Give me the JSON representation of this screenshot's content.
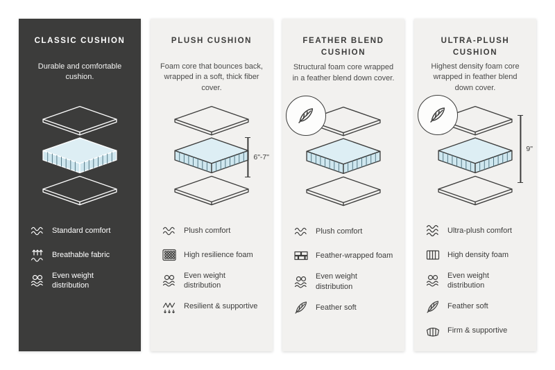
{
  "colors": {
    "dark_card_bg": "#3c3c3b",
    "light_card_bg": "#f2f1ef",
    "cushion_layer_top_fill": "#ddeef4",
    "cushion_layer_side_fill": "#cfe7ef",
    "cushion_hatch": "#4c707d",
    "text_dark": "#3c3c3b",
    "text_light": "#ffffff"
  },
  "cards": [
    {
      "title": "CLASSIC CUSHION",
      "description": "Durable and comfortable cushion.",
      "features": [
        {
          "icon": "waves-icon",
          "label": "Standard comfort"
        },
        {
          "icon": "breathable-icon",
          "label": "Breathable fabric"
        },
        {
          "icon": "weight-distribution-icon",
          "label": "Even weight distribution"
        }
      ]
    },
    {
      "title": "PLUSH CUSHION",
      "description": "Foam core that bounces back, wrapped in a soft, thick fiber cover.",
      "measurement": "6\"-7\"",
      "features": [
        {
          "icon": "waves-icon",
          "label": "Plush comfort"
        },
        {
          "icon": "resilience-foam-icon",
          "label": "High resilience foam"
        },
        {
          "icon": "weight-distribution-icon",
          "label": "Even weight distribution"
        },
        {
          "icon": "spring-icon",
          "label": "Resilient & supportive"
        }
      ]
    },
    {
      "title": "FEATHER BLEND CUSHION",
      "description": "Structural foam core wrapped in a feather blend down cover.",
      "has_feather_badge": true,
      "features": [
        {
          "icon": "waves-icon",
          "label": "Plush comfort"
        },
        {
          "icon": "feather-wrapped-foam-icon",
          "label": "Feather-wrapped foam"
        },
        {
          "icon": "weight-distribution-icon",
          "label": "Even weight distribution"
        },
        {
          "icon": "feather-icon",
          "label": "Feather soft"
        }
      ]
    },
    {
      "title": "ULTRA-PLUSH CUSHION",
      "description": "Highest density foam core wrapped in feather blend down cover.",
      "measurement": "9\"",
      "has_feather_badge": true,
      "features": [
        {
          "icon": "waves-icon",
          "label": "Ultra-plush comfort"
        },
        {
          "icon": "density-foam-icon",
          "label": "High density foam"
        },
        {
          "icon": "weight-distribution-icon",
          "label": "Even weight distribution"
        },
        {
          "icon": "feather-icon",
          "label": "Feather soft"
        },
        {
          "icon": "firm-supportive-icon",
          "label": "Firm & supportive"
        }
      ]
    }
  ]
}
